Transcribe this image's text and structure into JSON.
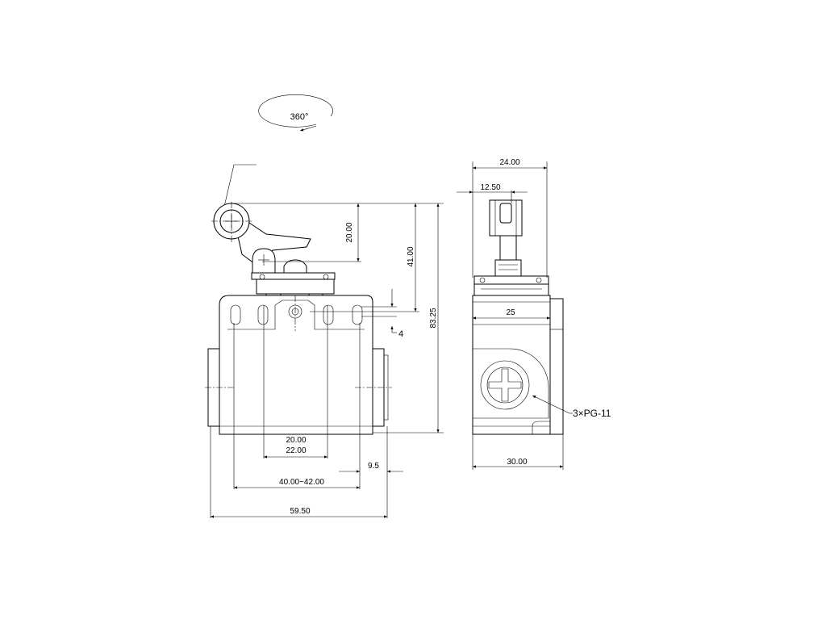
{
  "rotation_label": "360°",
  "front_view": {
    "dim_lever_height": "20.00",
    "dim_plunger_height": "41.00",
    "dim_total_height": "83.25",
    "dim_mount_offset": "4",
    "dim_slot_inner": "20.00",
    "dim_slot_outer": "22.00",
    "dim_hub_width": "9.5",
    "dim_mount_range": "40.00~42.00",
    "dim_total_width": "59.50"
  },
  "side_view": {
    "dim_top_width": "24.00",
    "dim_plunger_offset": "12.50",
    "dim_body_width": "25",
    "dim_base_width": "30.00",
    "conduit_callout": "3×PG-11"
  }
}
